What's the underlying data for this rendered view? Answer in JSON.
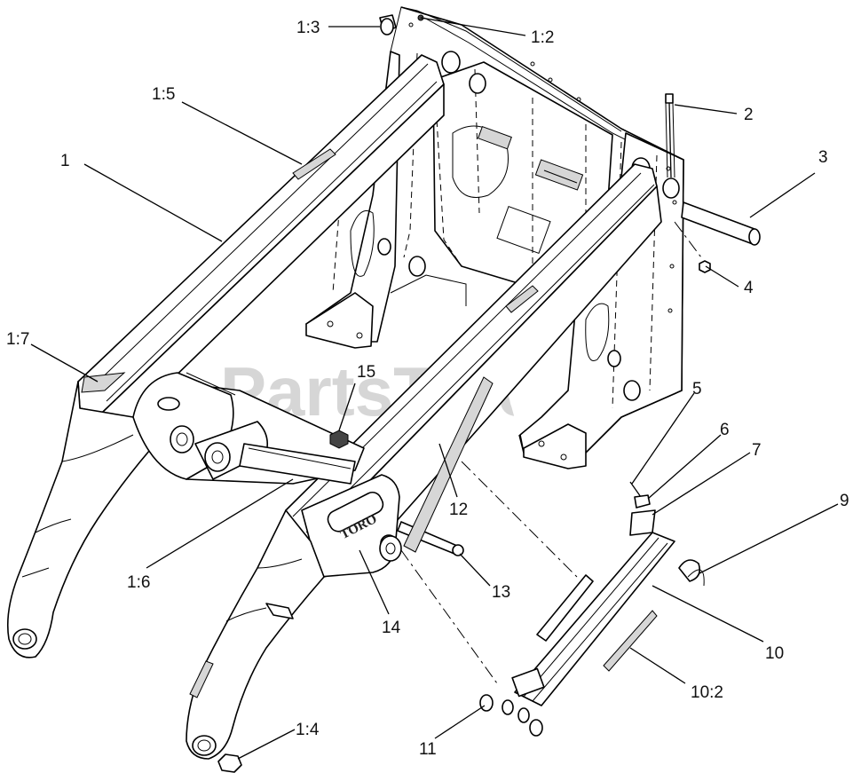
{
  "watermark": {
    "text": "PartsTree",
    "trademark": "TM"
  },
  "decal_text": "TORO",
  "callouts": [
    {
      "id": "c-1-3",
      "label": "1:3"
    },
    {
      "id": "c-1-2",
      "label": "1:2"
    },
    {
      "id": "c-1-5",
      "label": "1:5"
    },
    {
      "id": "c-2",
      "label": "2"
    },
    {
      "id": "c-3",
      "label": "3"
    },
    {
      "id": "c-1",
      "label": "1"
    },
    {
      "id": "c-4",
      "label": "4"
    },
    {
      "id": "c-1-7",
      "label": "1:7"
    },
    {
      "id": "c-15",
      "label": "15"
    },
    {
      "id": "c-5",
      "label": "5"
    },
    {
      "id": "c-6",
      "label": "6"
    },
    {
      "id": "c-7",
      "label": "7"
    },
    {
      "id": "c-9",
      "label": "9"
    },
    {
      "id": "c-12",
      "label": "12"
    },
    {
      "id": "c-1-6",
      "label": "1:6"
    },
    {
      "id": "c-13",
      "label": "13"
    },
    {
      "id": "c-14",
      "label": "14"
    },
    {
      "id": "c-10",
      "label": "10"
    },
    {
      "id": "c-10-2",
      "label": "10:2"
    },
    {
      "id": "c-1-4",
      "label": "1:4"
    },
    {
      "id": "c-11",
      "label": "11"
    }
  ]
}
